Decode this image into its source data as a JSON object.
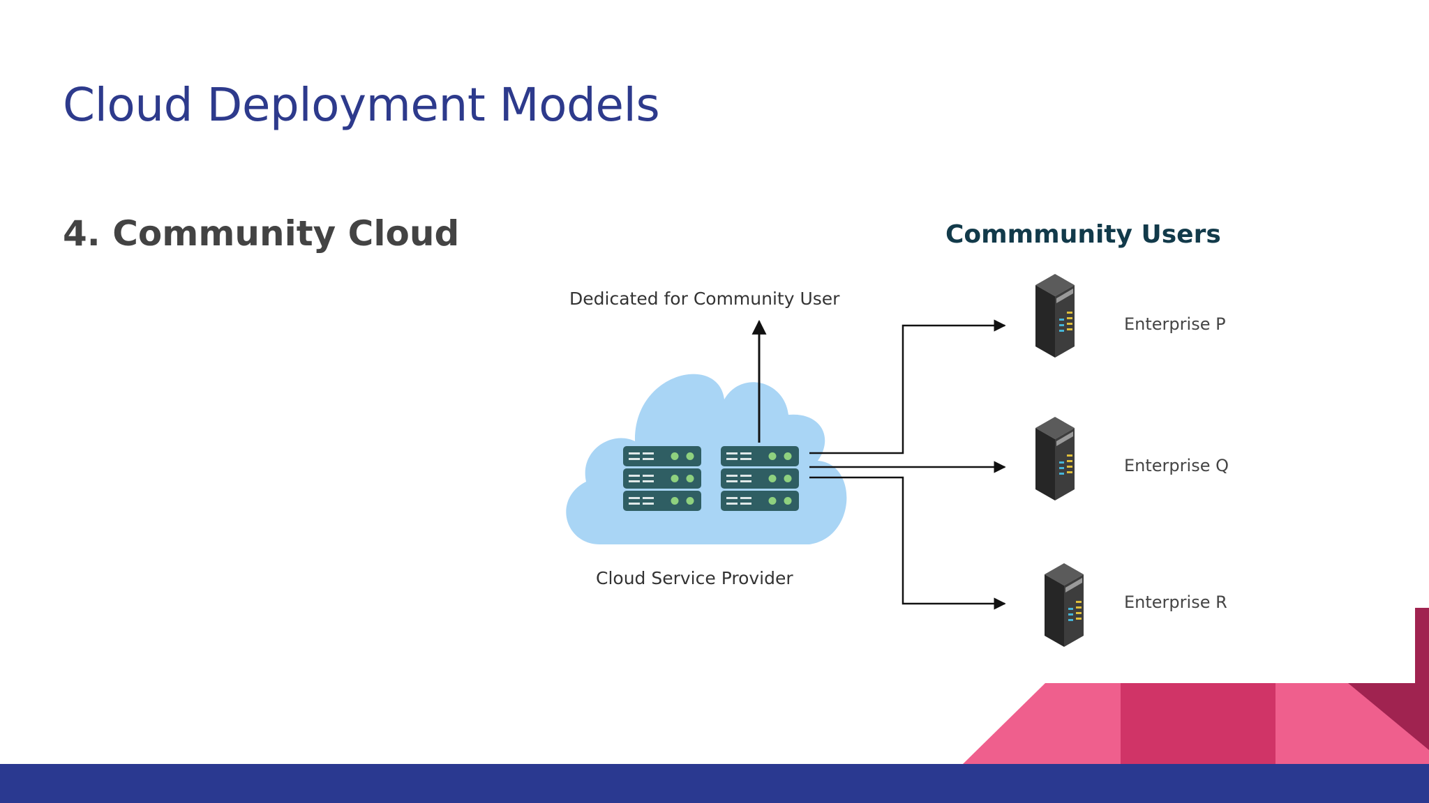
{
  "slide": {
    "title": "Cloud Deployment Models",
    "subtitle": "4. Community Cloud"
  },
  "diagram": {
    "heading": "Commmunity Users",
    "dedicated_label": "Dedicated for Community User",
    "provider_label": "Cloud Service Provider",
    "enterprises": [
      "Enterprise P",
      "Enterprise Q",
      "Enterprise R"
    ]
  },
  "colors": {
    "title": "#2d3a8c",
    "subtitle": "#434343",
    "heading": "#123a4a",
    "cloud": "#a9d5f5",
    "server_body": "#2f5e63",
    "server_led": "#8fd17f",
    "footer_bar": "#2a3990",
    "deco_pink": "#ef5f8d",
    "deco_crimson": "#d03467",
    "deco_maroon": "#a02350"
  },
  "icons": {
    "server_rack": "server-rack-icon",
    "enterprise_server": "server-tower-icon",
    "arrow": "arrow-icon"
  }
}
